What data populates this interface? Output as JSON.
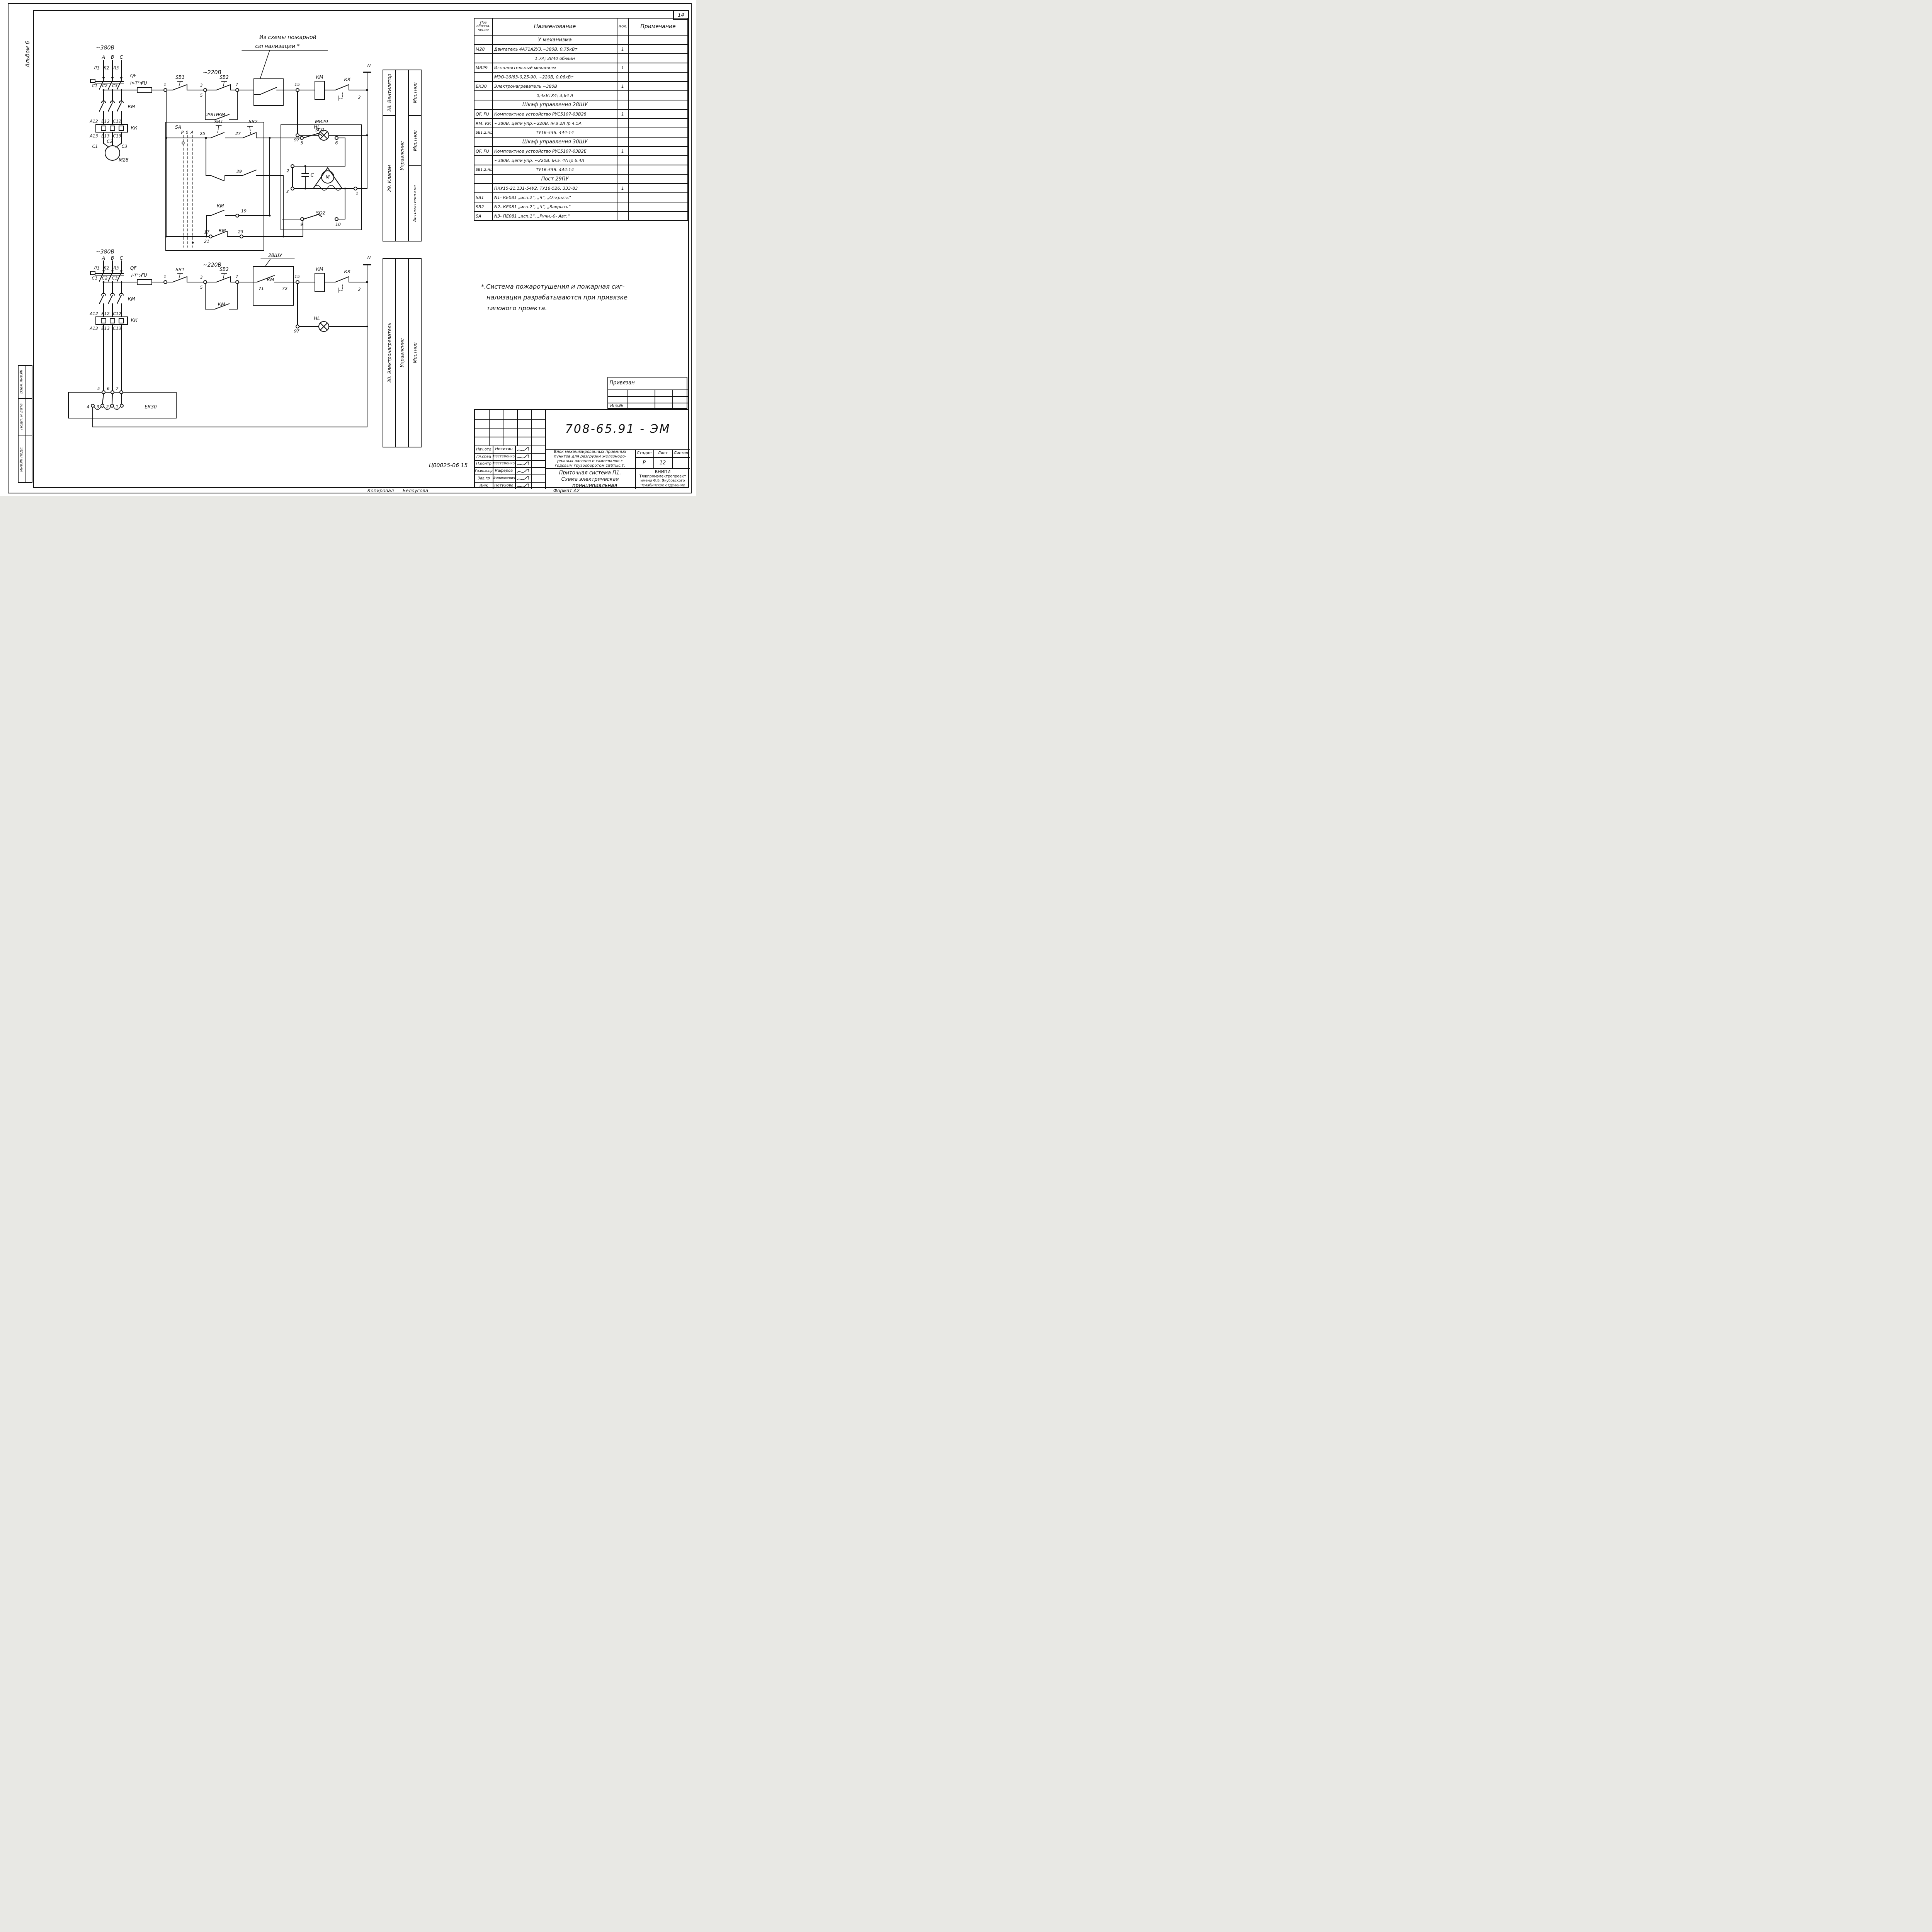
{
  "page": {
    "number": "14",
    "album": "Альбом 6",
    "code": "Ц00025-06  15",
    "copied_label": "Копировал",
    "copied_name": "Белоусова",
    "format": "Формат А2"
  },
  "margin_stamps": {
    "s1": "Взам.инв.№",
    "s2": "Подп. и дата",
    "s3": "Инв.№ подл."
  },
  "parts_table": {
    "headers": {
      "pos1": "Поз",
      "pos2": "обозна-",
      "pos3": "чение",
      "name": "Наименование",
      "qty": "Кол.",
      "note": "Примечание"
    },
    "rows": [
      {
        "pos": "",
        "name": "У  механизма",
        "qty": "",
        "note": ""
      },
      {
        "pos": "М28",
        "name": "Двигатель 4А71А2У3,~380В, 0,75кВт",
        "qty": "1",
        "note": ""
      },
      {
        "pos": "",
        "name": "1,7А;  2840 об/мин",
        "qty": "",
        "note": ""
      },
      {
        "pos": "МВ29",
        "name": "Исполнительный механизм",
        "qty": "1",
        "note": ""
      },
      {
        "pos": "",
        "name": "МЭО-16/63-0,25-90,  ~220В, 0,06кВт",
        "qty": "",
        "note": ""
      },
      {
        "pos": "ЕК30",
        "name": "Электронагреватель  ~380В",
        "qty": "1",
        "note": ""
      },
      {
        "pos": "",
        "name": "0,4кВтХ4;  3,64 А",
        "qty": "",
        "note": ""
      },
      {
        "pos": "",
        "name": "Шкаф  управления  28ШУ",
        "qty": "",
        "note": ""
      },
      {
        "pos": "QF, FU",
        "name": "Комплектное устройство РУС5107-03В28",
        "qty": "1",
        "note": ""
      },
      {
        "pos": "КМ, КК",
        "name": "~380В, цепи упр.~220В,  Iн.э 2А  Iр 4,5А",
        "qty": "",
        "note": ""
      },
      {
        "pos": "SB1,2;HL",
        "name": "ТУ16-536. 444-14",
        "qty": "",
        "note": ""
      },
      {
        "pos": "",
        "name": "Шкаф  управления  30ШУ",
        "qty": "",
        "note": ""
      },
      {
        "pos": "QF, FU",
        "name": "Комплектное устройство РУС5107-03В2Е",
        "qty": "1",
        "note": ""
      },
      {
        "pos": "",
        "name": "~380В, цепи упр. ~220В, Iн.э. 4А  Iр 6,4А",
        "qty": "",
        "note": ""
      },
      {
        "pos": "SB1,2,HL",
        "name": "ТУ16-536. 444-14",
        "qty": "",
        "note": ""
      },
      {
        "pos": "",
        "name": "Пост  29ПУ",
        "qty": "",
        "note": ""
      },
      {
        "pos": "",
        "name": "ПКУ15-21.131-54У2,  ТУ16-526. 333-83",
        "qty": "1",
        "note": ""
      },
      {
        "pos": "SB1",
        "name": "N1- КЕ081 „исп.2“, „Ч“, „Открыть“",
        "qty": "",
        "note": ""
      },
      {
        "pos": "SB2",
        "name": "N2- КЕ081 „исп.2“, „Ч“, „Закрыть“",
        "qty": "",
        "note": ""
      },
      {
        "pos": "SA",
        "name": "N3- ПЕ081 „исп.1“, „Ручн.-0- Авт.“",
        "qty": "",
        "note": ""
      }
    ]
  },
  "note": {
    "l1": "*.Система  пожаротушения  и  пожарная  сиг-",
    "l2": "нализация  разрабатываются  при  привязке",
    "l3": "типового  проекта."
  },
  "privyazan": {
    "title": "Привязан",
    "inv": "Инв.№"
  },
  "title_block": {
    "doc_number": "708-65.91  - ЭМ",
    "d1": "Блок механизированных приемных",
    "d2": "пунктов для разгрузки железнодо-",
    "d3": "рожных вагонов и самосвалов с",
    "d4": "годовым грузооборотом 186тыс.Т.",
    "t1": "Приточная  система  П1.",
    "t2": "Схема  электрическая",
    "t3": "принципиальная",
    "org1": "ВНИПИ",
    "org2": "Тяжпромэлектропроект",
    "org3": "имени  Ф.Б. Якубовского",
    "org4": "Челябинское отделение",
    "stage_label": "Стадия",
    "sheet_label": "Лист",
    "sheets_label": "Листов",
    "stage": "Р",
    "sheet": "12",
    "sheets": "",
    "roles": [
      {
        "role": "Нач.отд",
        "name": "Никитин"
      },
      {
        "role": "Гл.спец",
        "name": "Нестеренко"
      },
      {
        "role": "Н.контр",
        "name": "Нестеренко"
      },
      {
        "role": "Гл.инж.пр",
        "name": "Каферов"
      },
      {
        "role": "Зав.гр",
        "name": "Филишкевич"
      },
      {
        "role": "Инж",
        "name": "Петухова"
      }
    ]
  },
  "band_top": {
    "r28": "28. Вентилятор",
    "r29": "29. Клапан",
    "ctrl": "Управление",
    "loc1": "Местное",
    "loc2": "Местное",
    "auto": "Автоматическое"
  },
  "band_bottom": {
    "r30": "30. Электронагреватель",
    "ctrl": "Управление",
    "loc": "Местное"
  },
  "sch_top": {
    "v380": "~380В",
    "v220": "~220В",
    "ph_a": "А",
    "ph_b": "В",
    "ph_c": "С",
    "l1": "Л1",
    "l2": "Л2",
    "l3": "Л3",
    "qf": "QF",
    "qf_trip": "I>Т°>",
    "c1": "С1",
    "c2": "С2",
    "c3": "С3",
    "fu": "FU",
    "n1": "1",
    "sb1": "SB1",
    "n3": "3",
    "n5": "5",
    "sb2": "SB2",
    "n7": "7",
    "fire1": "Из  схемы  пожарной",
    "fire2": "сигнализации  *",
    "n15": "15",
    "km": "КМ",
    "kk": "КК",
    "n2": "2",
    "nw": "N",
    "n97": "97",
    "hl": "HL",
    "km_main": "КМ",
    "a12": "А12",
    "b12": "В12",
    "c12": "С12",
    "kk_relay": "КК",
    "a13": "А13",
    "b13": "В13",
    "c13": "С13",
    "mc1": "С1",
    "mc2": "С2",
    "mc3": "С3",
    "m28": "М28",
    "km_hold": "КМ",
    "pu": {
      "title": "29ПУ",
      "sa": "SA",
      "sa_r": "Р",
      "sa_0": "0",
      "sa_a": "А",
      "n25": "25",
      "sb1": "SB1",
      "n27": "27",
      "sb2": "SB2",
      "n29": "29",
      "km19": "КМ",
      "n19": "19",
      "n17": "17",
      "n21": "21",
      "km23": "КМ",
      "n23": "23"
    },
    "mv": {
      "title": "МВ29",
      "sq1": "SQ1",
      "n5": "5",
      "n6": "6",
      "n2": "2",
      "cap": "С",
      "motor": "М",
      "n3": "3",
      "n1": "1",
      "sq2": "SQ2",
      "n9": "9",
      "n10": "10"
    }
  },
  "sch_bottom": {
    "v380": "~380В",
    "v220": "~220В",
    "ph_a": "А",
    "ph_b": "В",
    "ph_c": "С",
    "l1": "Л1",
    "l2": "Л2",
    "l3": "Л3",
    "qf": "QF",
    "qf_trip": "I-Т°>",
    "c1": "С1",
    "c2": "С2",
    "c3": "С3",
    "fu": "FU",
    "n1": "1",
    "sb1": "SB1",
    "n3": "3",
    "n5": "5",
    "sb2": "SB2",
    "n7": "7",
    "n15": "15",
    "km": "КМ",
    "kk": "КК",
    "n2": "2",
    "nw": "N",
    "n97": "97",
    "hl": "HL",
    "km_main": "КМ",
    "a12": "А12",
    "b12": "В12",
    "c12": "С12",
    "kk_relay": "КК",
    "a13": "А13",
    "b13": "В13",
    "c13": "С13",
    "km_hold": "КМ",
    "shu": {
      "title": "28ШУ",
      "km": "КМ",
      "t71": "71",
      "t72": "72"
    },
    "ek": {
      "title": "ЕК30",
      "t5": "5",
      "t6": "6",
      "t7": "7",
      "h4": "4",
      "h3": "3",
      "h2": "2",
      "h1": "1"
    }
  }
}
